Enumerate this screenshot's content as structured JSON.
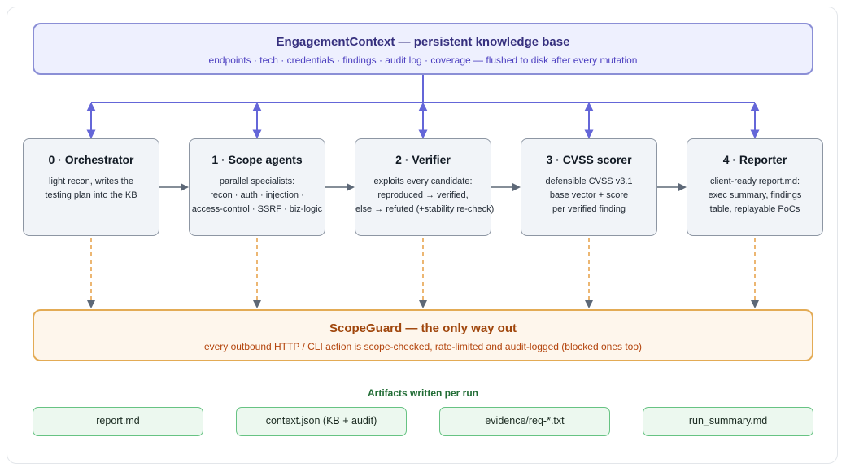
{
  "knowledge_base": {
    "title": "EngagementContext — persistent knowledge base",
    "subtitle": "endpoints · tech · credentials · findings · audit log · coverage — flushed to disk after every mutation"
  },
  "stages": [
    {
      "title": "0 · Orchestrator",
      "lines": [
        "light recon, writes the",
        "testing plan into the KB"
      ]
    },
    {
      "title": "1 · Scope agents",
      "lines": [
        "parallel specialists:",
        "recon · auth · injection ·",
        "access-control · SSRF · biz-logic"
      ]
    },
    {
      "title": "2 · Verifier",
      "lines": [
        "exploits every candidate:",
        "reproduced → verified,",
        "else → refuted (+stability re-check)"
      ]
    },
    {
      "title": "3 · CVSS scorer",
      "lines": [
        "defensible CVSS v3.1",
        "base vector + score",
        "per verified finding"
      ]
    },
    {
      "title": "4 · Reporter",
      "lines": [
        "client-ready report.md:",
        "exec summary, findings",
        "table, replayable PoCs"
      ]
    }
  ],
  "scope_guard": {
    "title": "ScopeGuard — the only way out",
    "subtitle": "every outbound HTTP / CLI action is scope-checked, rate-limited and audit-logged (blocked ones too)"
  },
  "artifacts": {
    "heading": "Artifacts written per run",
    "items": [
      "report.md",
      "context.json (KB + audit)",
      "evidence/req-*.txt",
      "run_summary.md"
    ]
  },
  "colors": {
    "kb_border": "#8b8fd6",
    "kb_arrows": "#6466d8",
    "stage_border": "#8d96a3",
    "guard_border": "#e3ab55",
    "dashed_arrows": "#e8a550",
    "artifact_border": "#67c383"
  }
}
